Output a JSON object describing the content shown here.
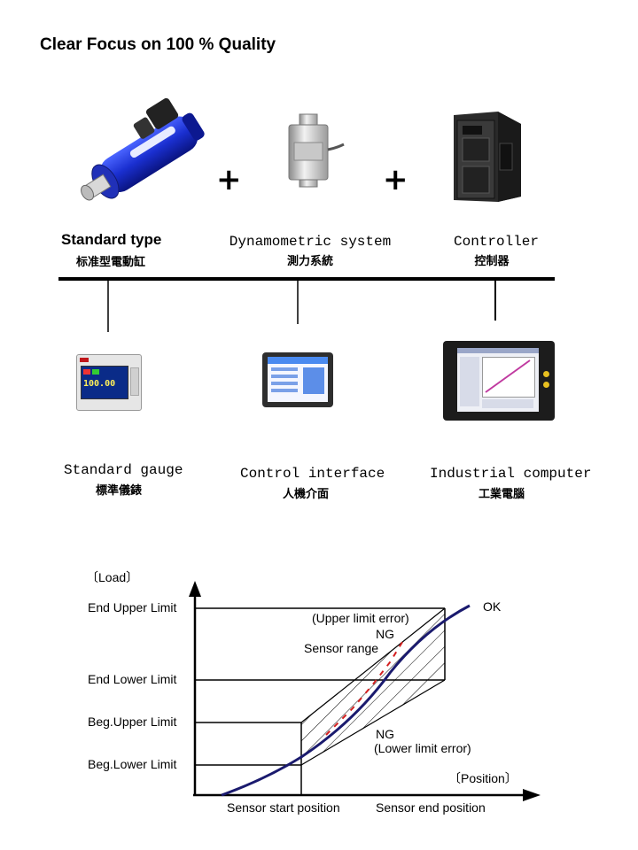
{
  "title": "Clear Focus on 100 % Quality",
  "top_row": {
    "plus": "+",
    "items": [
      {
        "en": "Standard type",
        "cn": "标准型電動缸"
      },
      {
        "en": "Dynamometric system",
        "cn": "測力系統"
      },
      {
        "en": "Controller",
        "cn": "控制器"
      }
    ]
  },
  "bottom_row": {
    "items": [
      {
        "en": "Standard gauge",
        "cn": "標準儀錶"
      },
      {
        "en": "Control interface",
        "cn": "人機介面"
      },
      {
        "en": "Industrial computer",
        "cn": "工業電腦"
      }
    ],
    "gauge_display": "100.00"
  },
  "graph": {
    "y_axis_label": "〔Load〕",
    "x_axis_label": "〔Position〕",
    "levels": [
      "End Upper Limit",
      "End Lower Limit",
      "Beg.Upper Limit",
      "Beg.Lower Limit"
    ],
    "positions": [
      "Sensor start position",
      "Sensor end position"
    ],
    "ok": "OK",
    "upper_error": "(Upper limit error)",
    "ng_upper": "NG",
    "sensor_range": "Sensor range",
    "ng_lower": "NG",
    "lower_error": "(Lower limit error)"
  }
}
